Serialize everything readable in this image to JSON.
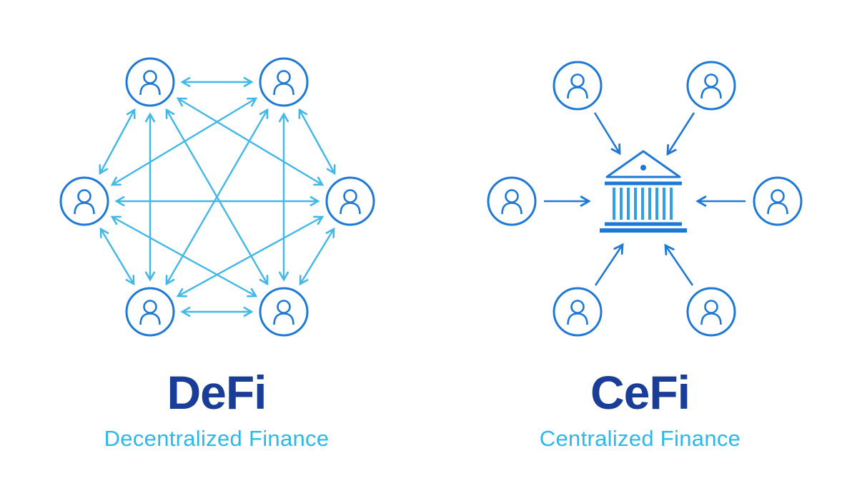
{
  "diagram": {
    "left": {
      "title": "DeFi",
      "subtitle": "Decentralized Finance",
      "description": "Six user nodes fully interconnected with bidirectional arrows (mesh network)",
      "user_count": 6
    },
    "right": {
      "title": "CeFi",
      "subtitle": "Centralized Finance",
      "description": "Six user nodes each with an arrow pointing to one central bank (hub network)",
      "user_count": 6
    }
  },
  "icons": {
    "user": "user-icon",
    "bank": "bank-icon",
    "double_arrow": "bidirectional-arrow",
    "single_arrow": "directional-arrow"
  },
  "colors": {
    "background": "#ffffff",
    "icon_blue": "#1e79d6",
    "arrow_cyan": "#41b8e8",
    "arrow_blue": "#1e79d6",
    "bank_columns": "#2f9fe6",
    "title_navy": "#1a3e97",
    "subtitle_cyan": "#2cb9ea"
  }
}
